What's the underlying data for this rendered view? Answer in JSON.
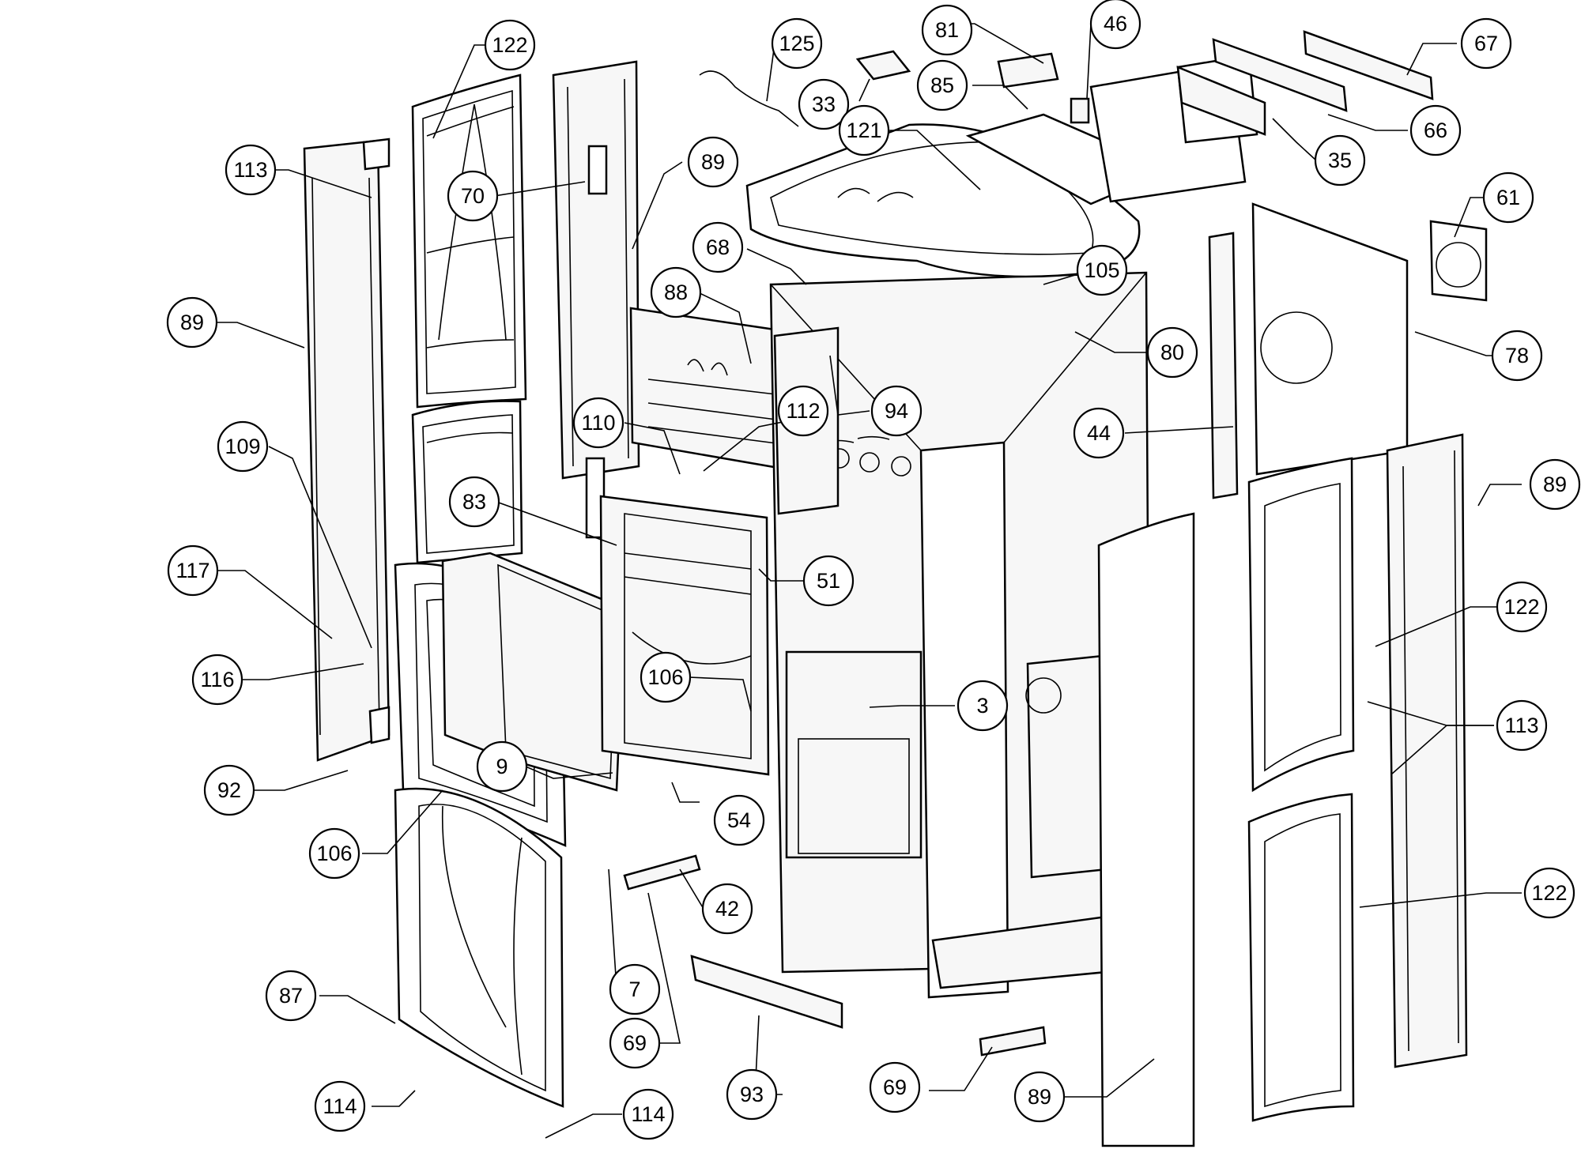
{
  "diagram": {
    "type": "exploded-parts-view",
    "callouts": [
      {
        "id": "c-122-top",
        "label": "122"
      },
      {
        "id": "c-125",
        "label": "125"
      },
      {
        "id": "c-81",
        "label": "81"
      },
      {
        "id": "c-46",
        "label": "46"
      },
      {
        "id": "c-67",
        "label": "67"
      },
      {
        "id": "c-33",
        "label": "33"
      },
      {
        "id": "c-85",
        "label": "85"
      },
      {
        "id": "c-121",
        "label": "121"
      },
      {
        "id": "c-66",
        "label": "66"
      },
      {
        "id": "c-35",
        "label": "35"
      },
      {
        "id": "c-113-top",
        "label": "113"
      },
      {
        "id": "c-70",
        "label": "70"
      },
      {
        "id": "c-89-center",
        "label": "89"
      },
      {
        "id": "c-61",
        "label": "61"
      },
      {
        "id": "c-68",
        "label": "68"
      },
      {
        "id": "c-105",
        "label": "105"
      },
      {
        "id": "c-89-left",
        "label": "89"
      },
      {
        "id": "c-88",
        "label": "88"
      },
      {
        "id": "c-80",
        "label": "80"
      },
      {
        "id": "c-78",
        "label": "78"
      },
      {
        "id": "c-94",
        "label": "94"
      },
      {
        "id": "c-110",
        "label": "110"
      },
      {
        "id": "c-112",
        "label": "112"
      },
      {
        "id": "c-44",
        "label": "44"
      },
      {
        "id": "c-109",
        "label": "109"
      },
      {
        "id": "c-89-right",
        "label": "89"
      },
      {
        "id": "c-83",
        "label": "83"
      },
      {
        "id": "c-117",
        "label": "117"
      },
      {
        "id": "c-51",
        "label": "51"
      },
      {
        "id": "c-122-right",
        "label": "122"
      },
      {
        "id": "c-116",
        "label": "116"
      },
      {
        "id": "c-106-center",
        "label": "106"
      },
      {
        "id": "c-3",
        "label": "3"
      },
      {
        "id": "c-113-right",
        "label": "113"
      },
      {
        "id": "c-9",
        "label": "9"
      },
      {
        "id": "c-92",
        "label": "92"
      },
      {
        "id": "c-54",
        "label": "54"
      },
      {
        "id": "c-106-left",
        "label": "106"
      },
      {
        "id": "c-122-lower",
        "label": "122"
      },
      {
        "id": "c-42",
        "label": "42"
      },
      {
        "id": "c-87",
        "label": "87"
      },
      {
        "id": "c-7",
        "label": "7"
      },
      {
        "id": "c-69-left",
        "label": "69"
      },
      {
        "id": "c-69-bottom",
        "label": "69"
      },
      {
        "id": "c-93",
        "label": "93"
      },
      {
        "id": "c-89-bottom",
        "label": "89"
      },
      {
        "id": "c-114-left",
        "label": "114"
      },
      {
        "id": "c-114-bottom",
        "label": "114"
      }
    ]
  }
}
